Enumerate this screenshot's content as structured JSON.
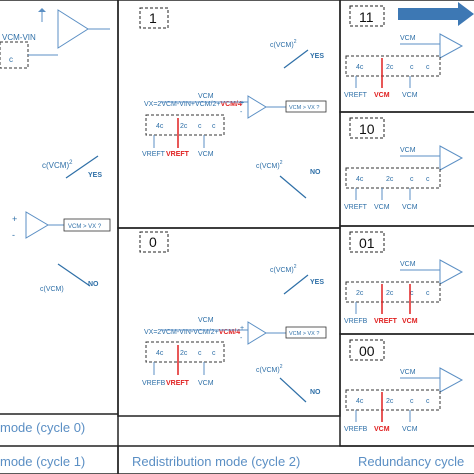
{
  "left": {
    "vcm_vin": "VCM-VIN",
    "c": "c",
    "cvcm_sq": "c(VCM)",
    "sq": "2",
    "yes": "YES",
    "plus": "+",
    "minus": "-",
    "cmp": "VCM > VX ?",
    "cvcm": "c(VCM)",
    "no": "NO",
    "caption0": "mode (cycle 0)",
    "caption1": "mode (cycle 1)"
  },
  "mid_top": {
    "num": "1",
    "cvcm_sq": "c(VCM)",
    "sq": "2",
    "yes": "YES",
    "vcm": "VCM",
    "vx_eq": "VX=2VCM-VIN+VCM/2+",
    "vx_red": "VCM/4",
    "cmp": "VCM > VX ?",
    "c4": "4c",
    "c2": "2c",
    "c1": "c",
    "c0": "c",
    "vreft_blue": "VREFT",
    "vreft_red": "VREFT",
    "vcm_b": "VCM",
    "cvcm": "c(VCM)",
    "no": "NO",
    "plus": "+",
    "minus": "-"
  },
  "mid_bot": {
    "num": "0",
    "cvcm_sq": "c(VCM)",
    "sq": "2",
    "yes": "YES",
    "vcm": "VCM",
    "vx_eq": "VX=2VCM-VIN-VCM/2+",
    "vx_red": "VCM/4",
    "cmp": "VCM > VX ?",
    "c4": "4c",
    "c2": "2c",
    "c1": "c",
    "c0": "c",
    "vrefb": "VREFB",
    "vreft_red": "VREFT",
    "vcm_b": "VCM",
    "cvcm": "c(VCM)",
    "no": "NO",
    "plus": "+",
    "minus": "-"
  },
  "right": [
    {
      "num": "11",
      "vcm": "VCM",
      "c4": "4c",
      "c2": "2c",
      "c1": "c",
      "c0": "c",
      "b1": "VREFT",
      "b2": "VCM",
      "b3": "VCM",
      "red": "b2"
    },
    {
      "num": "10",
      "vcm": "VCM",
      "c4": "4c",
      "c2": "2c",
      "c1": "c",
      "c0": "c",
      "b1": "VREFT",
      "b2": "VCM",
      "b3": "VCM",
      "red": "none"
    },
    {
      "num": "01",
      "vcm": "VCM",
      "c4": "2c",
      "c2": "2c",
      "c1": "c",
      "c0": "c",
      "b1": "VREFB",
      "b2": "VREFT",
      "b3": "VCM",
      "red": "b2b3"
    },
    {
      "num": "00",
      "vcm": "VCM",
      "c4": "4c",
      "c2": "2c",
      "c1": "c",
      "c0": "c",
      "b1": "VREFB",
      "b2": "VCM",
      "b3": "VCM",
      "red": "b2"
    }
  ],
  "captions": {
    "redistribution": "Redistribution mode (cycle 2)",
    "redundancy": "Redundancy cycle"
  },
  "colors": {
    "blue": "#2e6fa7",
    "red": "#e02020",
    "line": "#5b8fc4"
  }
}
